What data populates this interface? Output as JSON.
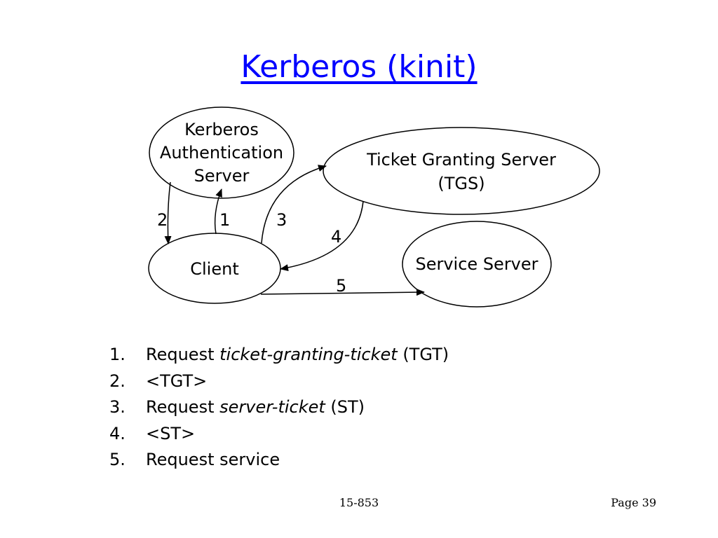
{
  "title": "Kerberos (kinit)",
  "nodes": {
    "auth_server": [
      "Kerberos",
      "Authentication",
      "Server"
    ],
    "tgs": [
      "Ticket Granting Server",
      "(TGS)"
    ],
    "client": "Client",
    "service_server": "Service Server"
  },
  "edge_labels": {
    "e1": "1",
    "e2": "2",
    "e3": "3",
    "e4": "4",
    "e5": "5"
  },
  "steps": [
    {
      "num": "1.",
      "pre": "Request ",
      "italic": "ticket-granting-ticket",
      "post": " (TGT)"
    },
    {
      "num": "2.",
      "pre": "<TGT>",
      "italic": "",
      "post": ""
    },
    {
      "num": "3.",
      "pre": "Request ",
      "italic": "server-ticket",
      "post": " (ST)"
    },
    {
      "num": "4.",
      "pre": "<ST>",
      "italic": "",
      "post": ""
    },
    {
      "num": "5.",
      "pre": "Request service",
      "italic": "",
      "post": ""
    }
  ],
  "footer": {
    "course": "15-853",
    "page": "Page 39"
  }
}
